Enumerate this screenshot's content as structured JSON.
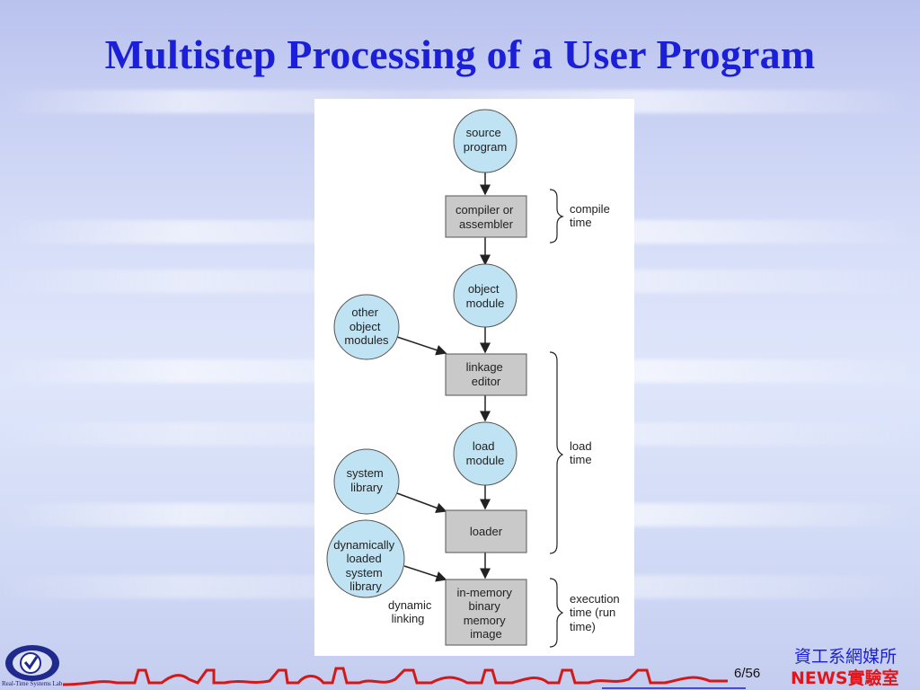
{
  "slide": {
    "title": "Multistep Processing of a User Program",
    "page_current": "6",
    "page_separator": "/",
    "page_total": "56",
    "lab_line1": "資工系網媒所",
    "lab_line2": "NEWS實驗室",
    "logo_text": "Real-Time Systems Lab"
  },
  "diagram": {
    "nodes": {
      "source_program": [
        "source",
        "program"
      ],
      "compiler": [
        "compiler or",
        "assembler"
      ],
      "object_module": [
        "object",
        "module"
      ],
      "other_modules": [
        "other",
        "object",
        "modules"
      ],
      "linkage_editor": [
        "linkage",
        "editor"
      ],
      "load_module": [
        "load",
        "module"
      ],
      "system_library": [
        "system",
        "library"
      ],
      "loader": [
        "loader"
      ],
      "dynamic_library": [
        "dynamically",
        "loaded",
        "system",
        "library"
      ],
      "in_memory": [
        "in-memory",
        "binary",
        "memory",
        "image"
      ]
    },
    "edge_label": [
      "dynamic",
      "linking"
    ],
    "phases": {
      "compile": [
        "compile",
        "time"
      ],
      "load": [
        "load",
        "time"
      ],
      "execution": [
        "execution",
        "time (run",
        "time)"
      ]
    },
    "colors": {
      "circle_fill": "#bfe3f2",
      "box_fill": "#c9c9c9",
      "stroke": "#555555"
    }
  }
}
